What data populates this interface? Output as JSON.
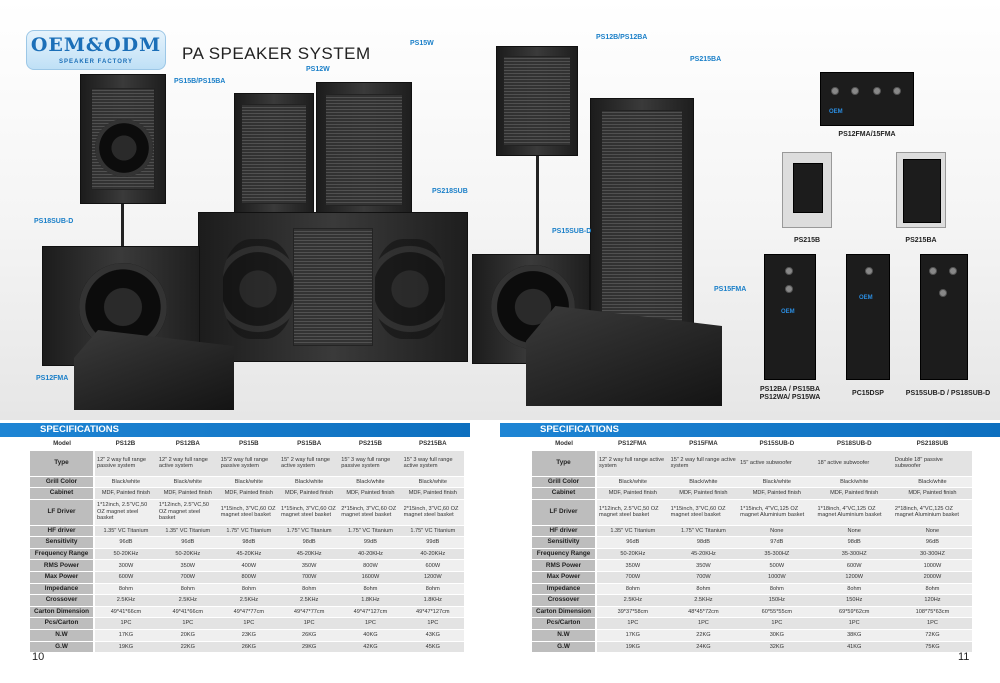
{
  "logo": {
    "text": "OEM&ODM",
    "subtext": "SPEAKER FACTORY"
  },
  "title": "PA SPEAKER SYSTEM",
  "product_labels": {
    "ps15w": "PS15W",
    "ps12w": "PS12W",
    "ps15b": "PS15B/PS15BA",
    "ps218sub": "PS218SUB",
    "ps18subd": "PS18SUB-D",
    "ps12fma": "PS12FMA",
    "ps12b": "PS12B/PS12BA",
    "ps215ba": "PS215BA",
    "ps15subd": "PS15SUB-D",
    "ps15fma": "PS15FMA"
  },
  "panel_labels": {
    "p1": "PS12FMA/15FMA",
    "p2": "PS215B",
    "p3": "PS215BA",
    "p4a": "PS12BA / PS15BA",
    "p4b": "PS12WA/ PS15WA",
    "p5": "PC15DSP",
    "p6": "PS15SUB-D / PS18SUB-D",
    "brand": "OEM"
  },
  "left_spec": {
    "heading": "SPECIFICATIONS",
    "model_label": "Model",
    "models": [
      "PS12B",
      "PS12BA",
      "PS15B",
      "PS15BA",
      "PS215B",
      "PS215BA"
    ],
    "rows": [
      {
        "label": "Type",
        "values": [
          "12\" 2 way full range passive system",
          "12\" 2 way full range active system",
          "15\"2 way full range passive system",
          "15\" 2 way full range active system",
          "15\" 3 way full range passive system",
          "15\" 3 way full range active system"
        ]
      },
      {
        "label": "Grill Color",
        "values": [
          "Black/white",
          "Black/white",
          "Black/white",
          "Black/white",
          "Black/white",
          "Black/white"
        ]
      },
      {
        "label": "Cabinet",
        "values": [
          "MDF, Painted finish",
          "MDF, Painted finish",
          "MDF, Painted finish",
          "MDF, Painted finish",
          "MDF, Painted finish",
          "MDF, Painted finish"
        ]
      },
      {
        "label": "LF Driver",
        "values": [
          "1*12inch, 2.5\"VC,50 OZ magnet steel basket",
          "1*12inch, 2.5\"VC,50 OZ magnet steel basket",
          "1*15inch, 3\"VC,60 OZ magnet steel basket",
          "1*15inch, 3\"VC,60 OZ magnet steel basket",
          "2*15inch, 3\"VC,60 OZ magnet steel basket",
          "2*15inch, 3\"VC,60 OZ magnet steel basket"
        ]
      },
      {
        "label": "HF driver",
        "values": [
          "1.35\" VC Titanium",
          "1.35\" VC Titanium",
          "1.75\" VC Titanium",
          "1.75\" VC Titanium",
          "1.75\" VC Titanium",
          "1.75\" VC Titanium"
        ]
      },
      {
        "label": "Sensitivity",
        "values": [
          "96dB",
          "96dB",
          "98dB",
          "98dB",
          "99dB",
          "99dB"
        ]
      },
      {
        "label": "Frequency Range",
        "values": [
          "50-20KHz",
          "50-20KHz",
          "45-20KHz",
          "45-20KHz",
          "40-20KHz",
          "40-20KHz"
        ]
      },
      {
        "label": "RMS Power",
        "values": [
          "300W",
          "350W",
          "400W",
          "350W",
          "800W",
          "600W"
        ]
      },
      {
        "label": "Max Power",
        "values": [
          "600W",
          "700W",
          "800W",
          "700W",
          "1600W",
          "1200W"
        ]
      },
      {
        "label": "Impedance",
        "values": [
          "8ohm",
          "8ohm",
          "8ohm",
          "8ohm",
          "8ohm",
          "8ohm"
        ]
      },
      {
        "label": "Crossover",
        "values": [
          "2.5KHz",
          "2.5KHz",
          "2.5KHz",
          "2.5KHz",
          "1.8KHz",
          "1.8KHz"
        ]
      },
      {
        "label": "Carton Dimension",
        "values": [
          "49*41*66cm",
          "49*41*66cm",
          "49*47*77cm",
          "49*47*77cm",
          "49*47*127cm",
          "49*47*127cm"
        ]
      },
      {
        "label": "Pcs/Carton",
        "values": [
          "1PC",
          "1PC",
          "1PC",
          "1PC",
          "1PC",
          "1PC"
        ]
      },
      {
        "label": "N.W",
        "values": [
          "17KG",
          "20KG",
          "23KG",
          "26KG",
          "40KG",
          "43KG"
        ]
      },
      {
        "label": "G.W",
        "values": [
          "19KG",
          "22KG",
          "26KG",
          "29KG",
          "42KG",
          "45KG"
        ]
      }
    ]
  },
  "right_spec": {
    "heading": "SPECIFICATIONS",
    "model_label": "Model",
    "models": [
      "PS12FMA",
      "PS15FMA",
      "PS15SUB-D",
      "PS18SUB-D",
      "PS218SUB"
    ],
    "rows": [
      {
        "label": "Type",
        "values": [
          "12\" 2 way full range active system",
          "15\" 2 way full range active system",
          "15\" active subwoofer",
          "18\" active subwoofer",
          "Double 18\" passive subwoofer"
        ]
      },
      {
        "label": "Grill Color",
        "values": [
          "Black/white",
          "Black/white",
          "Black/white",
          "Black/white",
          "Black/white"
        ]
      },
      {
        "label": "Cabinet",
        "values": [
          "MDF, Painted finish",
          "MDF, Painted finish",
          "MDF, Painted finish",
          "MDF, Painted finish",
          "MDF, Painted finish"
        ]
      },
      {
        "label": "LF Driver",
        "values": [
          "1*12inch, 2.5\"VC,50 OZ magnet steel basket",
          "1*15inch, 3\"VC,60 OZ magnet steel basket",
          "1*15inch, 4\"VC,125 OZ magnet Aluminium basket",
          "1*18inch, 4\"VC,125 OZ magnet Aluminium basket",
          "2*18inch, 4\"VC,125 OZ magnet Aluminium basket"
        ]
      },
      {
        "label": "HF driver",
        "values": [
          "1.35\" VC Titanium",
          "1.75\" VC Titanium",
          "None",
          "None",
          "None"
        ]
      },
      {
        "label": "Sensitivity",
        "values": [
          "96dB",
          "98dB",
          "97dB",
          "98dB",
          "96dB"
        ]
      },
      {
        "label": "Frequency Range",
        "values": [
          "50-20KHz",
          "45-20KHz",
          "35-300HZ",
          "35-300HZ",
          "30-300HZ"
        ]
      },
      {
        "label": "RMS Power",
        "values": [
          "350W",
          "350W",
          "500W",
          "600W",
          "1000W"
        ]
      },
      {
        "label": "Max Power",
        "values": [
          "700W",
          "700W",
          "1000W",
          "1200W",
          "2000W"
        ]
      },
      {
        "label": "Impedance",
        "values": [
          "8ohm",
          "8ohm",
          "8ohm",
          "8ohm",
          "8ohm"
        ]
      },
      {
        "label": "Crossover",
        "values": [
          "2.5KHz",
          "2.5KHz",
          "150Hz",
          "150Hz",
          "120Hz"
        ]
      },
      {
        "label": "Carton Dimension",
        "values": [
          "39*37*58cm",
          "48*45*72cm",
          "60*55*55cm",
          "69*59*62cm",
          "108*75*63cm"
        ]
      },
      {
        "label": "Pcs/Carton",
        "values": [
          "1PC",
          "1PC",
          "1PC",
          "1PC",
          "1PC"
        ]
      },
      {
        "label": "N.W",
        "values": [
          "17KG",
          "22KG",
          "30KG",
          "38KG",
          "72KG"
        ]
      },
      {
        "label": "G.W",
        "values": [
          "19KG",
          "24KG",
          "32KG",
          "41KG",
          "75KG"
        ]
      }
    ]
  },
  "page_numbers": {
    "left": "10",
    "right": "11"
  }
}
